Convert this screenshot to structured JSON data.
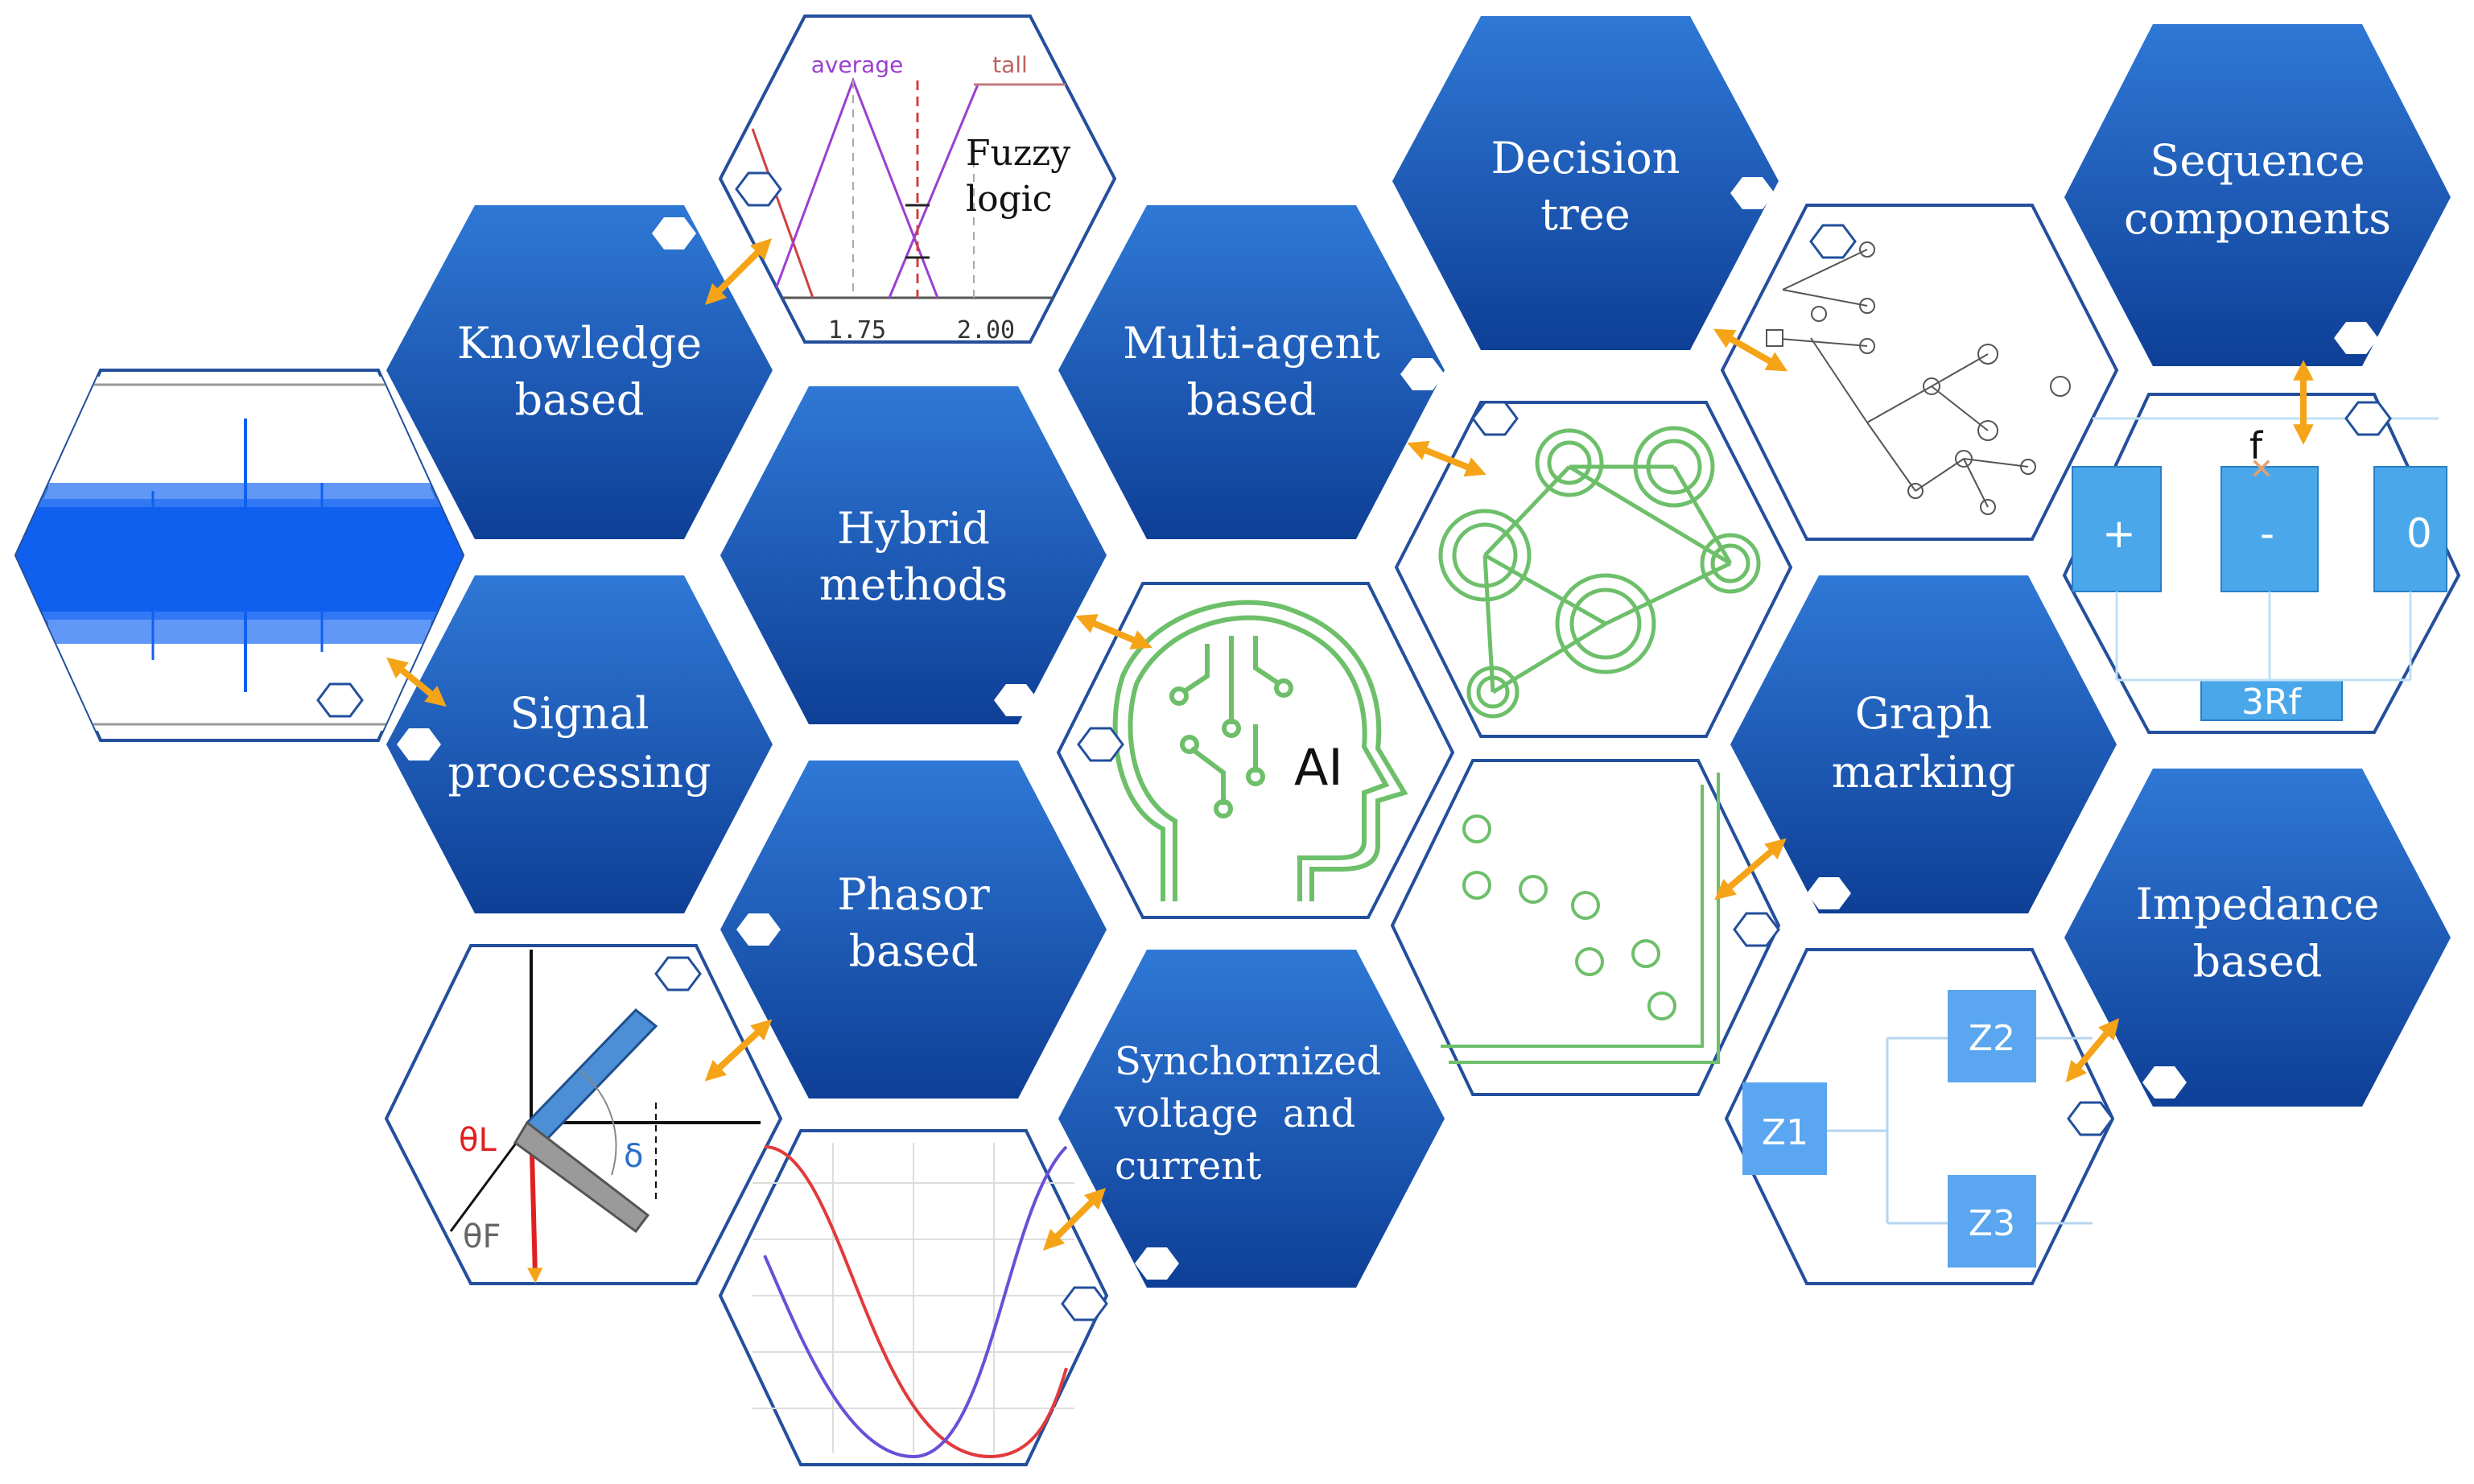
{
  "concept_hexes": [
    {
      "id": "knowledge",
      "lines": [
        "Knowledge",
        "based"
      ]
    },
    {
      "id": "hybrid",
      "lines": [
        "Hybrid",
        "methods"
      ]
    },
    {
      "id": "signal",
      "lines": [
        "Signal",
        "proccessing"
      ]
    },
    {
      "id": "phasor",
      "lines": [
        "Phasor",
        "based"
      ]
    },
    {
      "id": "multiagent",
      "lines": [
        "Multi-agent",
        "based"
      ]
    },
    {
      "id": "sync",
      "lines": [
        "Synchornized",
        "voltage  and",
        "current"
      ]
    },
    {
      "id": "decision",
      "lines": [
        "Decision",
        "tree"
      ]
    },
    {
      "id": "graph",
      "lines": [
        "Graph",
        "marking"
      ]
    },
    {
      "id": "sequence",
      "lines": [
        "Sequence",
        "components"
      ]
    },
    {
      "id": "impedance",
      "lines": [
        "Impedance",
        "based"
      ]
    }
  ],
  "fuzzy": {
    "label_average": "average",
    "label_tall": "tall",
    "caption_line1": "Fuzzy",
    "caption_line2": "logic",
    "tick_1": "1.75",
    "tick_2": "2.00"
  },
  "center": {
    "label": "AI"
  },
  "phasor_image": {
    "theta_l": "θL",
    "theta_f": "θF",
    "delta": "δ"
  },
  "sequence_image": {
    "f": "f",
    "plus": "+",
    "minus": "-",
    "zero": "0",
    "rf": "3Rf"
  },
  "impedance_image": {
    "z1": "Z1",
    "z2": "Z2",
    "z3": "Z3"
  },
  "colors": {
    "hex_blue_light": "#2f78d6",
    "hex_blue_dark": "#0e3f96",
    "arrow": "#f5a418",
    "outline": "#234f9c",
    "network_green": "#6dbf6a"
  }
}
